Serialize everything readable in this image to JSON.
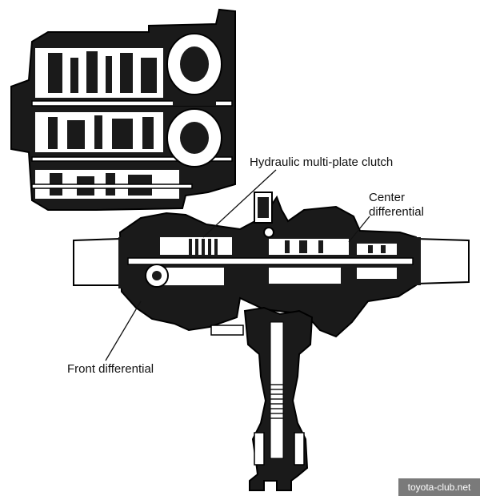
{
  "labels": {
    "hydraulic_clutch": "Hydraulic multi-plate clutch",
    "center_differential_line1": "Center",
    "center_differential_line2": "differential",
    "front_differential": "Front differential"
  },
  "watermark": "toyota-club.net",
  "colors": {
    "ink": "#111111",
    "paper": "#ffffff",
    "watermark_bg": "#7a7a7a"
  }
}
